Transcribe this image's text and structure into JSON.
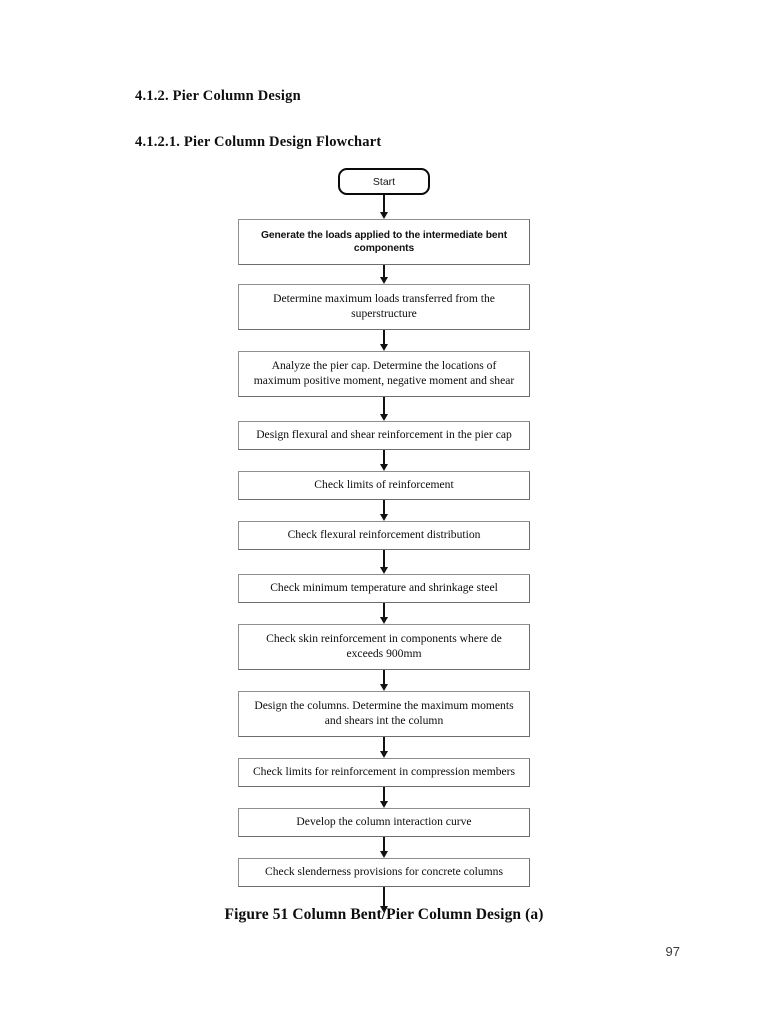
{
  "document": {
    "headings": [
      {
        "id": "h1",
        "text": "4.1.2. Pier Column Design"
      },
      {
        "id": "h2",
        "text": "4.1.2.1. Pier Column Design Flowchart"
      }
    ],
    "figure_caption": "Figure 51 Column Bent/Pier Column Design (a)",
    "page_number": "97"
  },
  "flowchart": {
    "start_label": "Start",
    "nodes": [
      {
        "id": "n1",
        "text": "Generate the loads applied to the intermediate bent components"
      },
      {
        "id": "n2",
        "text": "Determine maximum loads transferred from the superstructure"
      },
      {
        "id": "n3",
        "text": "Analyze the pier cap. Determine the locations of maximum positive moment, negative moment and shear"
      },
      {
        "id": "n4",
        "text": "Design flexural and shear reinforcement in the pier cap"
      },
      {
        "id": "n5",
        "text": "Check limits of reinforcement"
      },
      {
        "id": "n6",
        "text": "Check flexural reinforcement distribution"
      },
      {
        "id": "n7",
        "text": "Check minimum temperature and shrinkage steel"
      },
      {
        "id": "n8",
        "text": "Check skin reinforcement in components where de exceeds 900mm"
      },
      {
        "id": "n9",
        "text": "Design the columns. Determine the maximum moments and shears int the column"
      },
      {
        "id": "n10",
        "text": "Check limits for reinforcement in compression members"
      },
      {
        "id": "n11",
        "text": "Develop the column interaction curve"
      },
      {
        "id": "n12",
        "text": "Check slenderness provisions for concrete columns"
      }
    ]
  },
  "colors": {
    "page_background": "#ffffff",
    "text": "#0d0d0d",
    "box_border": "#8f8f8f",
    "start_border": "#0a0a0a",
    "arrow": "#121212",
    "page_number": "#3b3b3b"
  }
}
